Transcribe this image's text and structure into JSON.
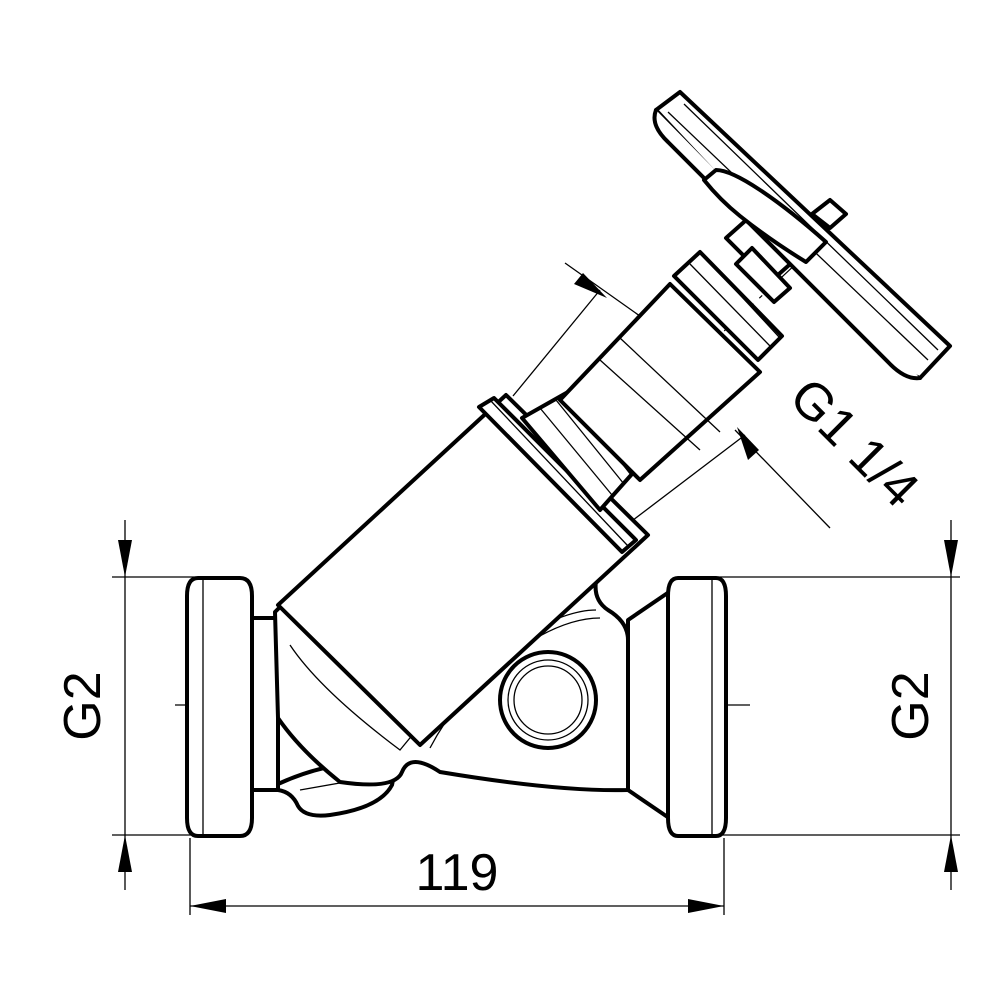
{
  "dimensions": {
    "inlet_thread": "G2",
    "outlet_thread": "G2",
    "bonnet_thread": "G1 1/4",
    "face_to_face": "119"
  },
  "colors": {
    "line": "#000000",
    "background": "#ffffff"
  },
  "icons": {
    "flow_direction": "flow-arrow-icon"
  }
}
